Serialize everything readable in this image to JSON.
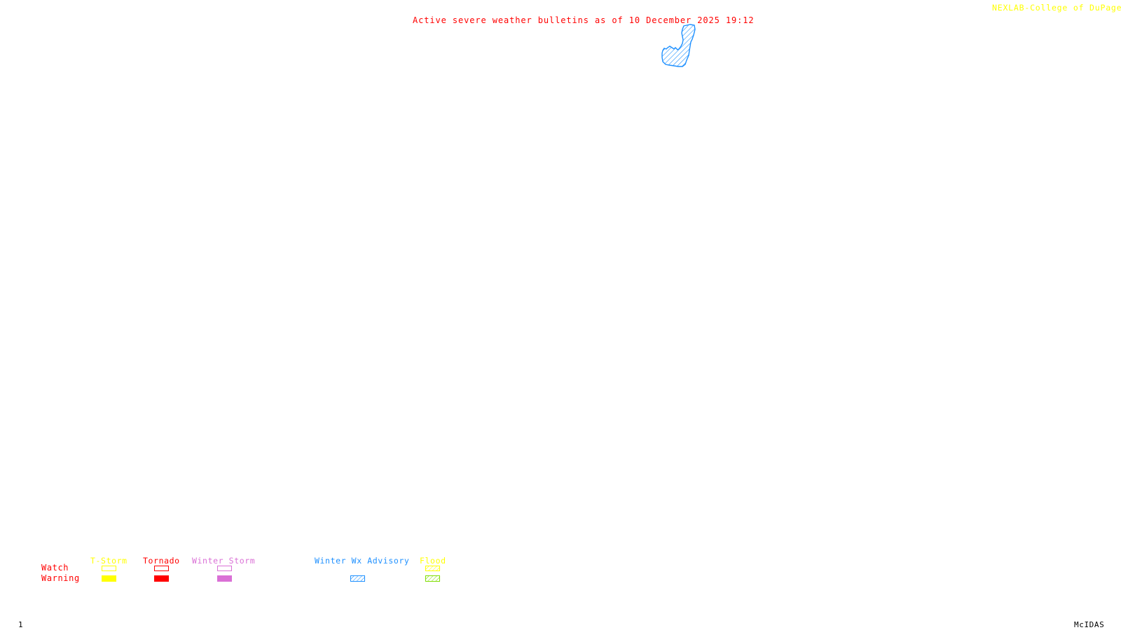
{
  "header": {
    "title": "Active severe weather bulletins as of 10 December 2025 19:12",
    "credit": "NEXLAB-College of DuPage",
    "credit_icon": "copyright-mark-icon"
  },
  "colors": {
    "title": "#ff0000",
    "credit": "#ffff00",
    "tstorm": "#ffff00",
    "tornado": "#ff0000",
    "winter_storm": "#da70d6",
    "winter_wx_advisory": "#1e90ff",
    "flood_watch": "#ffff00",
    "flood_warning": "#7fdd00",
    "row_labels": "#ff0000"
  },
  "map": {
    "active_bulletins": [
      {
        "type": "Winter Wx Advisory",
        "style": "hatched",
        "color": "#1e90ff"
      }
    ]
  },
  "legend": {
    "row_labels": {
      "watch": "Watch",
      "warning": "Warning"
    },
    "categories": [
      {
        "key": "tstorm",
        "label": "T-Storm",
        "watch": "outline",
        "warning": "filled"
      },
      {
        "key": "tornado",
        "label": "Tornado",
        "watch": "outline",
        "warning": "filled"
      },
      {
        "key": "winter_storm",
        "label": "Winter Storm",
        "watch": "outline",
        "warning": "filled"
      },
      {
        "key": "winter_wx_advisory",
        "label": "Winter Wx Advisory",
        "watch": "none",
        "warning": "hatched"
      },
      {
        "key": "flood",
        "label": "Flood",
        "watch": "hatched",
        "warning": "hatched"
      }
    ]
  },
  "footer": {
    "frame_number": "1",
    "software": "McIDAS"
  }
}
